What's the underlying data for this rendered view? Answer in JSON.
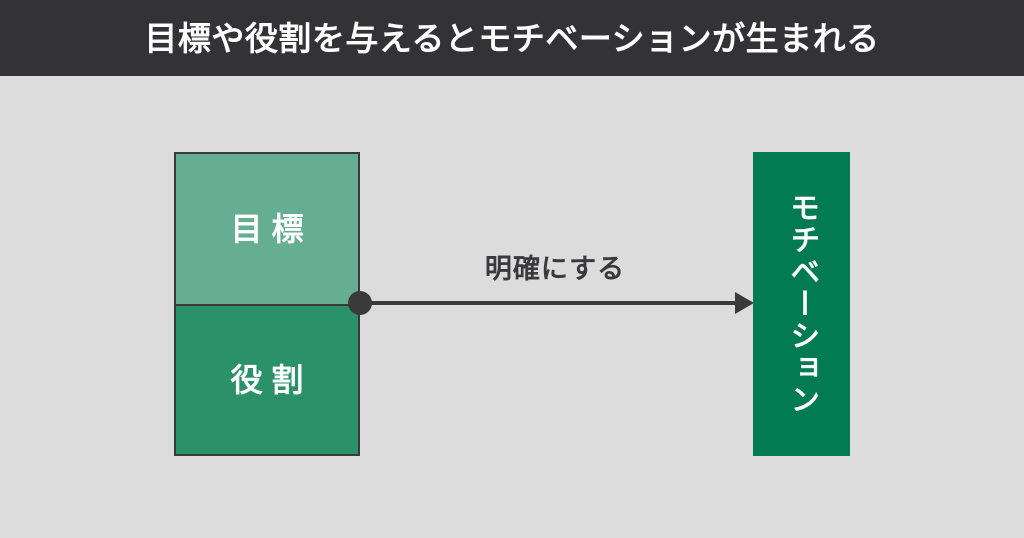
{
  "header": {
    "title": "目標や役割を与えるとモチベーションが生まれる",
    "background_color": "#333335",
    "text_color": "#ffffff"
  },
  "canvas": {
    "background_color": "#dcdcdc"
  },
  "diagram": {
    "type": "flow",
    "source": {
      "name": "source-stack",
      "border_color": "#3a3a3c",
      "boxes": [
        {
          "label": "目標",
          "fill_color": "#65ae93",
          "text_color": "#ffffff"
        },
        {
          "label": "役割",
          "fill_color": "#2b9169",
          "text_color": "#ffffff"
        }
      ]
    },
    "connector": {
      "dot_color": "#3a3a3c",
      "arrow_color": "#3a3a3c",
      "label": "明確にする",
      "label_color": "#3a3a3c"
    },
    "target": {
      "label": "モチベーション",
      "fill_color": "#027b52",
      "text_color": "#ffffff",
      "orientation": "vertical"
    }
  }
}
